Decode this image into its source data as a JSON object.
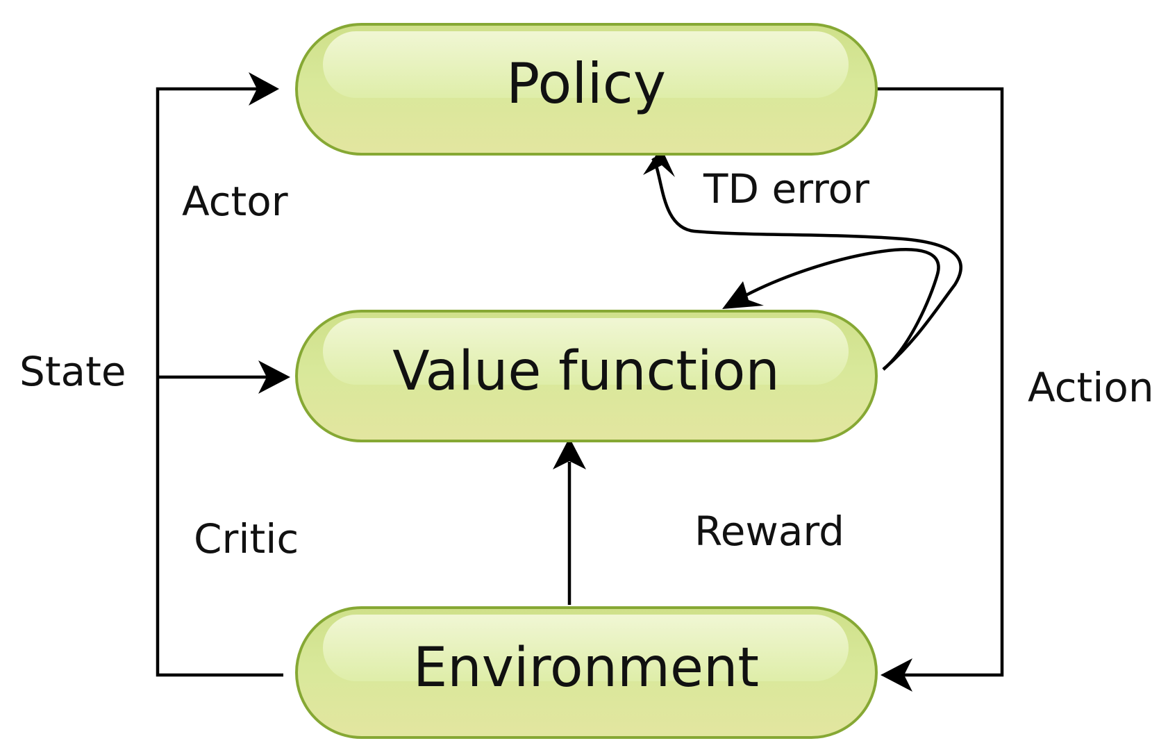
{
  "nodes": {
    "policy": {
      "label": "Policy"
    },
    "value_function": {
      "label": "Value function"
    },
    "environment": {
      "label": "Environment"
    }
  },
  "labels": {
    "actor": "Actor",
    "critic": "Critic",
    "state": "State",
    "action": "Action",
    "td_error": "TD error",
    "reward": "Reward"
  },
  "colors": {
    "node_fill_light": "#eef5c8",
    "node_fill_dark": "#c4d873",
    "node_border": "#7a9a2a",
    "line": "#000000",
    "text": "#111111"
  }
}
